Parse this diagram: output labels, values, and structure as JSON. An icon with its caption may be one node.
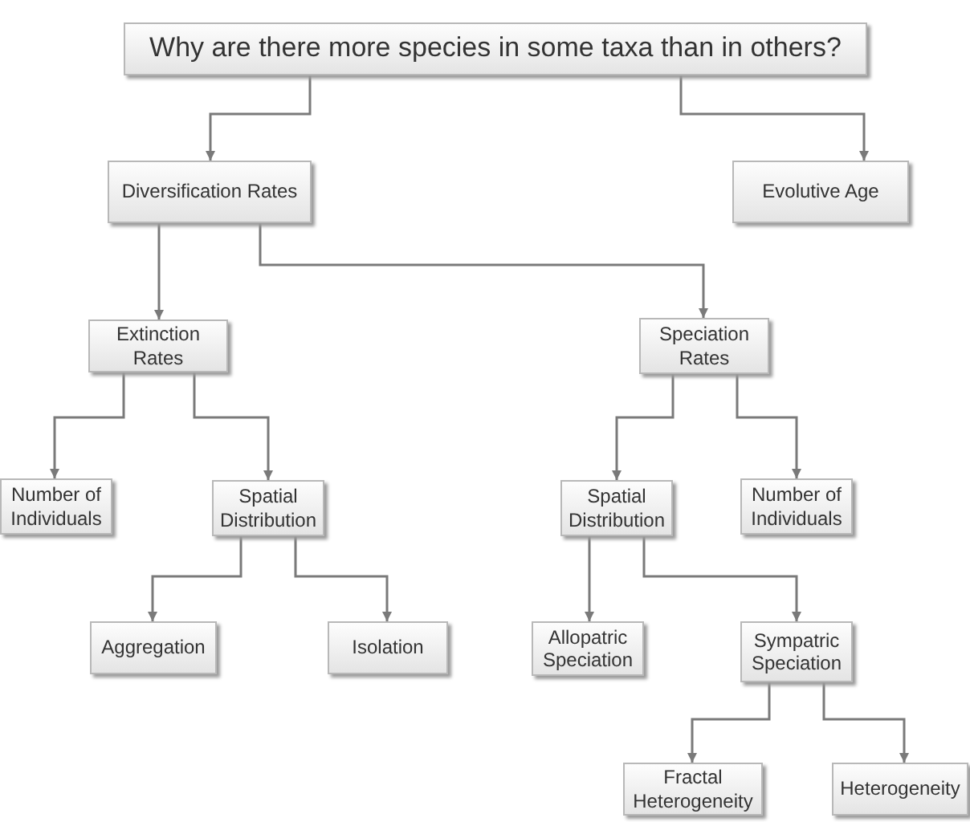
{
  "diagram": {
    "nodes": [
      {
        "text": [
          "Why are there more species in some taxa than in others?"
        ]
      },
      {
        "text": [
          "Diversification Rates"
        ]
      },
      {
        "text": [
          "Evolutive Age"
        ]
      },
      {
        "text": [
          "Extinction Rates"
        ]
      },
      {
        "text": [
          "Speciation Rates"
        ]
      },
      {
        "text": [
          "Number of Individuals"
        ]
      },
      {
        "text": [
          "Spatial Distribution"
        ]
      },
      {
        "text": [
          "Spatial Distribution"
        ]
      },
      {
        "text": [
          "Number of Individuals"
        ]
      },
      {
        "text": [
          "Aggregation"
        ]
      },
      {
        "text": [
          "Isolation"
        ]
      },
      {
        "text": [
          "Allopatric Speciation"
        ]
      },
      {
        "text": [
          "Sympatric Speciation"
        ]
      },
      {
        "text": [
          "Fractal Heterogeneity"
        ]
      },
      {
        "text": [
          "Heterogeneity"
        ]
      }
    ],
    "edges": [
      {
        "from": 0,
        "to": 1,
        "arrow": "to"
      },
      {
        "from": 0,
        "to": 2,
        "arrow": "to"
      },
      {
        "from": 1,
        "to": 3,
        "arrow": "to"
      },
      {
        "from": 1,
        "to": 4,
        "arrow": "to"
      },
      {
        "from": 3,
        "to": 5,
        "arrow": "to"
      },
      {
        "from": 3,
        "to": 6,
        "arrow": "to"
      },
      {
        "from": 4,
        "to": 7,
        "arrow": "to"
      },
      {
        "from": 4,
        "to": 8,
        "arrow": "to"
      },
      {
        "from": 6,
        "to": 9,
        "arrow": "to"
      },
      {
        "from": 6,
        "to": 10,
        "arrow": "to"
      },
      {
        "from": 7,
        "to": 11,
        "arrow": "to"
      },
      {
        "from": 7,
        "to": 12,
        "arrow": "to"
      },
      {
        "from": 12,
        "to": 13,
        "arrow": "to"
      },
      {
        "from": 12,
        "to": 14,
        "arrow": "to"
      }
    ]
  }
}
